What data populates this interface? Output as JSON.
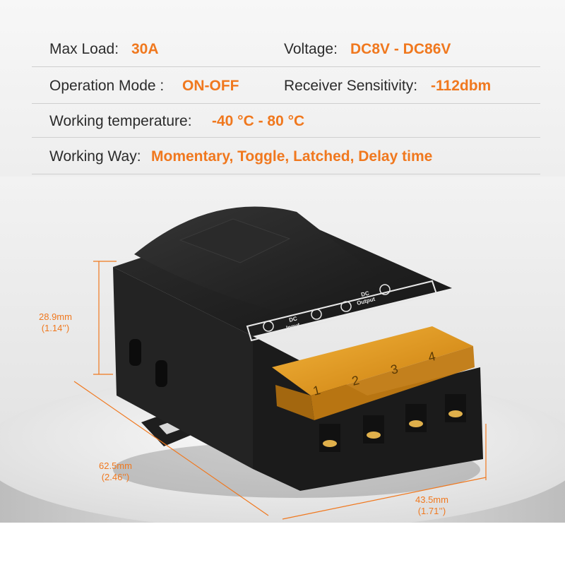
{
  "specs": {
    "max_load": {
      "label": "Max Load:",
      "value": "30A"
    },
    "voltage": {
      "label": "Voltage:",
      "value": "DC8V - DC86V"
    },
    "operation_mode": {
      "label": "Operation Mode :",
      "value": "ON-OFF"
    },
    "receiver_sensitivity": {
      "label": "Receiver Sensitivity:",
      "value": "-112dbm"
    },
    "working_temperature": {
      "label": "Working temperature:",
      "value": "-40 °C - 80 °C"
    },
    "working_way": {
      "label": "Working Way:",
      "value": "Momentary, Toggle, Latched, Delay time"
    }
  },
  "device": {
    "panel_label": {
      "input_dc": "DC",
      "input_word": "Input",
      "output_dc": "DC",
      "output_word": "Output"
    },
    "terminal_numbers": [
      "1",
      "2",
      "3",
      "4"
    ]
  },
  "dimensions": {
    "height": {
      "mm": "28.9mm",
      "inch": "(1.14’’)"
    },
    "length": {
      "mm": "62.5mm",
      "inch": "(2.46’’)"
    },
    "width": {
      "mm": "43.5mm",
      "inch": "(1.71’’)"
    }
  },
  "colors": {
    "accent": "#f0781e",
    "text": "#2b2b2b",
    "device_body": "#1c1c1c",
    "terminal_cover": "#e8a21c"
  }
}
